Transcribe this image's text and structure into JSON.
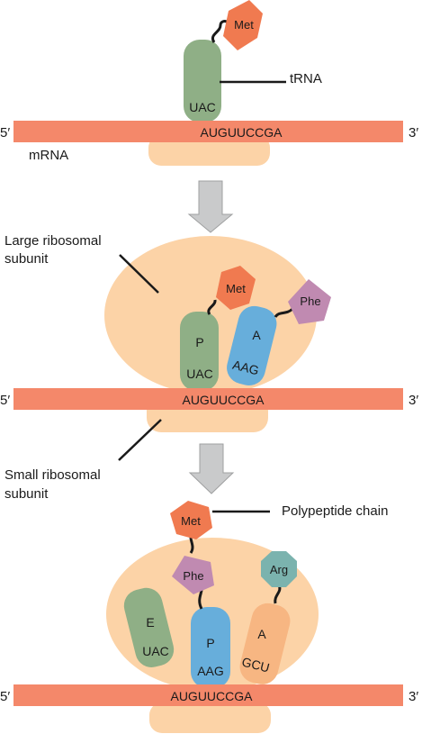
{
  "colors": {
    "mrna": "#F4886A",
    "ribosome": "#FCD3A7",
    "trna_green": "#8FAF86",
    "trna_blue": "#67AEDB",
    "trna_orange": "#F7B682",
    "met": "#F07A50",
    "phe": "#C08AB1",
    "arg": "#7BB3AE",
    "arrow": "#C9CACB",
    "line": "#1a1a1a"
  },
  "mrna": {
    "sequence": "AUGUUCCGA",
    "five_prime": "5′",
    "three_prime": "3′",
    "label": "mRNA"
  },
  "labels": {
    "trna": "tRNA",
    "large_subunit_line1": "Large ribosomal",
    "large_subunit_line2": "subunit",
    "small_subunit_line1": "Small ribosomal",
    "small_subunit_line2": "subunit",
    "polypeptide": "Polypeptide chain"
  },
  "panel1": {
    "trna_anticodon": "UAC",
    "amino_acid": "Met"
  },
  "panel2": {
    "p_site": "P",
    "p_anticodon": "UAC",
    "p_amino_acid": "Met",
    "a_site": "A",
    "a_anticodon": "AAG",
    "a_amino_acid": "Phe"
  },
  "panel3": {
    "e_site": "E",
    "e_anticodon": "UAC",
    "p_site": "P",
    "p_anticodon": "AAG",
    "a_site": "A",
    "a_anticodon": "GCU",
    "chain_aa_1": "Met",
    "chain_aa_2": "Phe",
    "a_amino_acid": "Arg"
  }
}
